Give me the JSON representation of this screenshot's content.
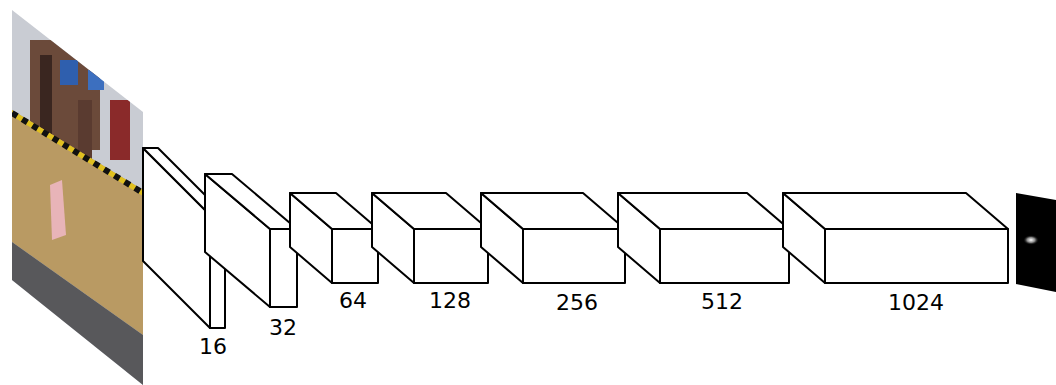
{
  "diagram": {
    "labels": [
      "16",
      "32",
      "64",
      "128",
      "256",
      "512",
      "1024"
    ]
  }
}
